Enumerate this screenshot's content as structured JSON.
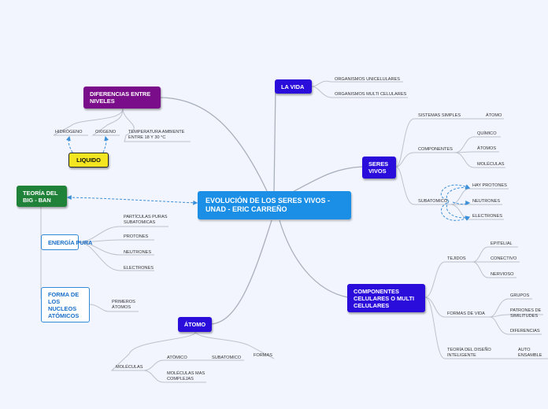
{
  "central": "EVOLUCIÓN DE LOS SERES VIVOS - UNAD - ERIC CARREÑO",
  "la_vida": {
    "title": "LA VIDA",
    "children": [
      "ORGANISMOS UNICELULARES",
      "ORGANISMOS MULTI CELULARES"
    ]
  },
  "seres_vivos": {
    "title": "SERES VIVOS",
    "sistemas_simples": "SISTEMAS SIMPLES",
    "atomo": "ÁTOMO",
    "componentes": "COMPONENTES",
    "componentes_children": [
      "QUÍMICO",
      "ÁTOMOS",
      "MOLÉCULAS"
    ],
    "subatomico": "SUBATOMICO",
    "subatomico_children": [
      "HAY PROTONES",
      "NEUTRONES",
      "ELECTRONES"
    ]
  },
  "componentes_celulares": {
    "title": "COMPONENTES CELULARES O MULTI CELULARES",
    "tejidos": "TEJIDOS",
    "tejidos_children": [
      "EPITELIAL",
      "CONECTIVO",
      "NERVIOSO"
    ],
    "formas_de_vida": "FORMAS DE VIDA",
    "formas_children": [
      "GRUPOS",
      "PATRONES DE SIMILITUDES",
      "DIFERENCIAS"
    ],
    "teoria_diseno": "TEORÍA DEL DISEÑO INTELIGENTE",
    "auto_ensamble": "AUTO ENSAMBLE DE MOLÉCULAS S"
  },
  "atomo_node": {
    "title": "ÁTOMO",
    "formas": "FORMAS",
    "subatomico": "SUBATOMICO",
    "atomico": "ATÓMICO",
    "moleculas": "MOLÉCULAS",
    "moleculas_complejas": "MOLÉCULAS MAS COMPLEJAS"
  },
  "diferencias": {
    "title": "DIFERENCIAS ENTRE NIVELES",
    "children": [
      "HIDRÓGENO",
      "OXIGENO",
      "TEMPERATURA AMBIENTE ENTRE 18 Y 30 °C"
    ],
    "liquido": "LIQUIDO"
  },
  "teoria_big_ban": {
    "title": "TEORÍA DEL BIG - BAN",
    "energia_pura": "ENERGÍA PURA",
    "energia_children": [
      "PARTÍCULAS PURAS SUBATOMICAS",
      "PROTONES",
      "NEUTRONES",
      "ELECTRONES"
    ],
    "forma_nucleos": "FORMA DE LOS NUCLEOS ATÓMICOS",
    "primeros_atomos": "PRIMEROS ÁTOMOS"
  },
  "colors": {
    "central": "#1b8fe6",
    "topic_purple": "#2b0ddb",
    "topic_magenta": "#7a0d8a",
    "topic_green": "#1f8238",
    "liquido_yellow": "#f3e51f",
    "link_gray": "#a9b0bc",
    "dashed_blue": "#3a8fd8"
  }
}
